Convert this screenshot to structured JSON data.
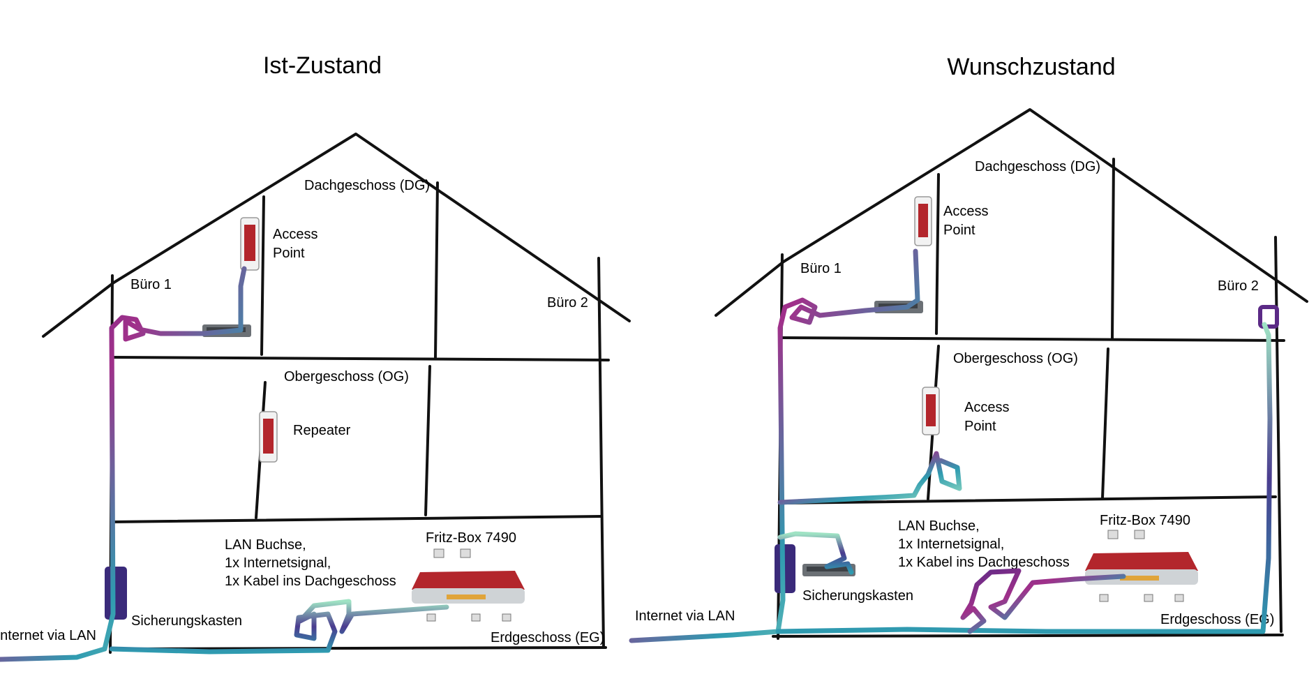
{
  "left": {
    "title": "Ist-Zustand",
    "rooms": {
      "dg": "Dachgeschoss (DG)",
      "og": "Obergeschoss (OG)",
      "eg": "Erdgeschoss (EG)",
      "buero1": "Büro 1",
      "buero2": "Büro 2"
    },
    "access_point": [
      "Access",
      "Point"
    ],
    "repeater": "Repeater",
    "lan_socket": [
      "LAN Buchse,",
      "1x Internetsignal,",
      "1x Kabel ins Dachgeschoss"
    ],
    "router": "Fritz-Box 7490",
    "fuse_box": "Sicherungskasten",
    "internet": "Internet via LAN"
  },
  "right": {
    "title": "Wunschzustand",
    "rooms": {
      "dg": "Dachgeschoss (DG)",
      "og": "Obergeschoss (OG)",
      "eg": "Erdgeschoss (EG)",
      "buero1": "Büro 1",
      "buero2": "Büro 2"
    },
    "access_point_dg": [
      "Access",
      "Point"
    ],
    "access_point_og": [
      "Access",
      "Point"
    ],
    "lan_socket": [
      "LAN Buchse,",
      "1x Internetsignal,",
      "1x Kabel ins Dachgeschoss"
    ],
    "router": "Fritz-Box 7490",
    "fuse_box": "Sicherungskasten",
    "internet": "Internet via LAN"
  },
  "colors": {
    "ink": "#111111",
    "cable_purple": "#5b2a86",
    "cable_magenta": "#a0308a",
    "cable_teal": "#2f9bb0",
    "cable_mint": "#9fe3c4",
    "router_red": "#b3262c",
    "switch_gray": "#6b7075"
  }
}
